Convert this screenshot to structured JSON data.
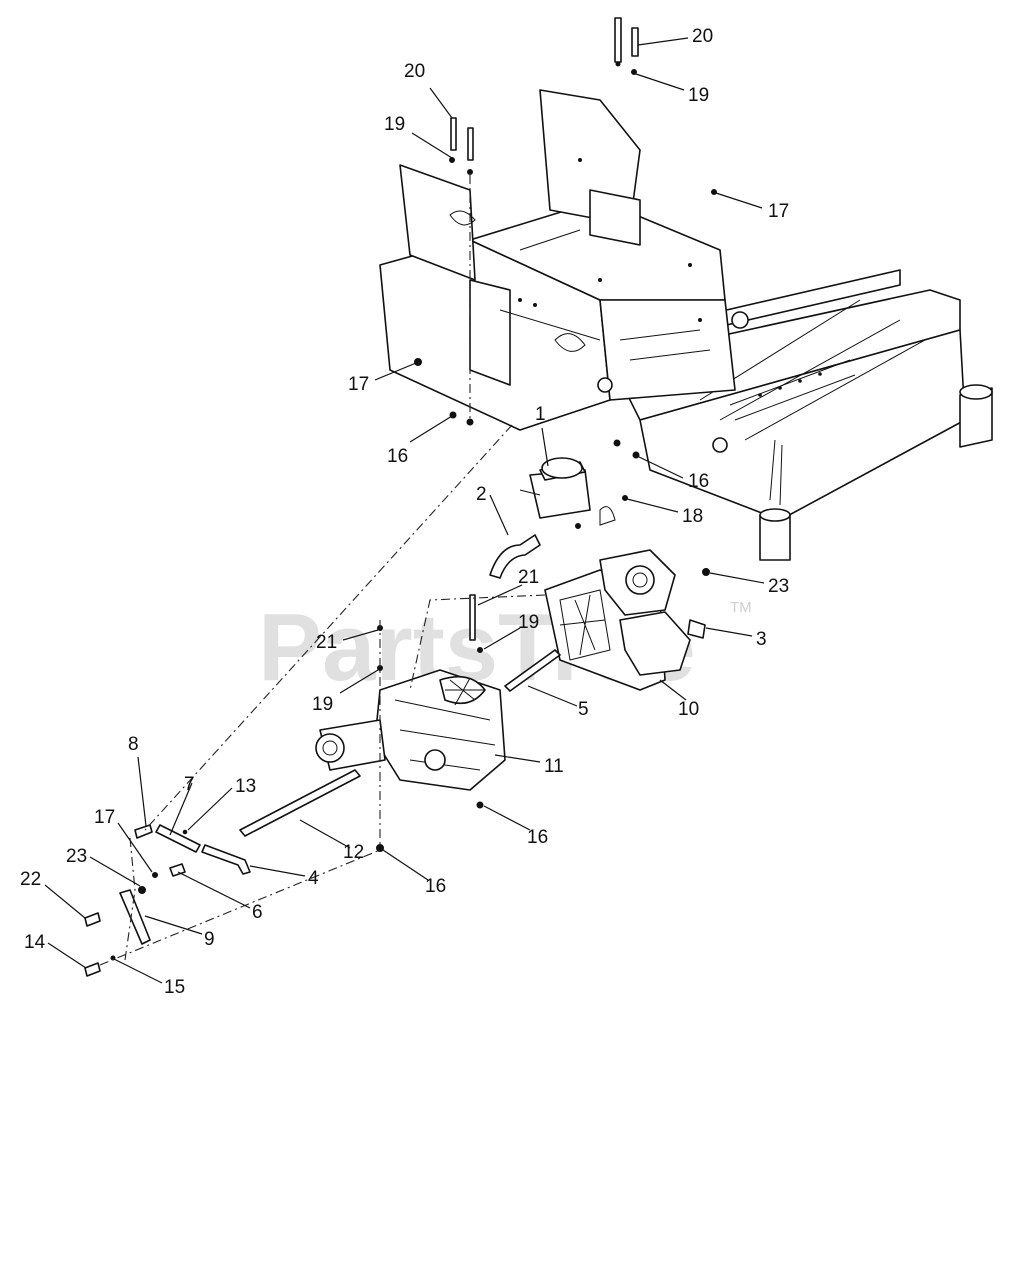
{
  "watermark": {
    "text": "PartsTree",
    "trademark": "TM"
  },
  "callouts": [
    {
      "id": "c-20a",
      "text": "20"
    },
    {
      "id": "c-19a",
      "text": "19"
    },
    {
      "id": "c-20b",
      "text": "20"
    },
    {
      "id": "c-19b",
      "text": "19"
    },
    {
      "id": "c-17a",
      "text": "17"
    },
    {
      "id": "c-17b",
      "text": "17"
    },
    {
      "id": "c-16a",
      "text": "16"
    },
    {
      "id": "c-1",
      "text": "1"
    },
    {
      "id": "c-16b",
      "text": "16"
    },
    {
      "id": "c-2",
      "text": "2"
    },
    {
      "id": "c-18",
      "text": "18"
    },
    {
      "id": "c-21a",
      "text": "21"
    },
    {
      "id": "c-23a",
      "text": "23"
    },
    {
      "id": "c-21b",
      "text": "21"
    },
    {
      "id": "c-19c",
      "text": "19"
    },
    {
      "id": "c-3",
      "text": "3"
    },
    {
      "id": "c-19d",
      "text": "19"
    },
    {
      "id": "c-5",
      "text": "5"
    },
    {
      "id": "c-10",
      "text": "10"
    },
    {
      "id": "c-11",
      "text": "11"
    },
    {
      "id": "c-8",
      "text": "8"
    },
    {
      "id": "c-7",
      "text": "7"
    },
    {
      "id": "c-13",
      "text": "13"
    },
    {
      "id": "c-16c",
      "text": "16"
    },
    {
      "id": "c-17c",
      "text": "17"
    },
    {
      "id": "c-12",
      "text": "12"
    },
    {
      "id": "c-23b",
      "text": "23"
    },
    {
      "id": "c-4",
      "text": "4"
    },
    {
      "id": "c-16d",
      "text": "16"
    },
    {
      "id": "c-22",
      "text": "22"
    },
    {
      "id": "c-6",
      "text": "6"
    },
    {
      "id": "c-9",
      "text": "9"
    },
    {
      "id": "c-14",
      "text": "14"
    },
    {
      "id": "c-15",
      "text": "15"
    }
  ]
}
